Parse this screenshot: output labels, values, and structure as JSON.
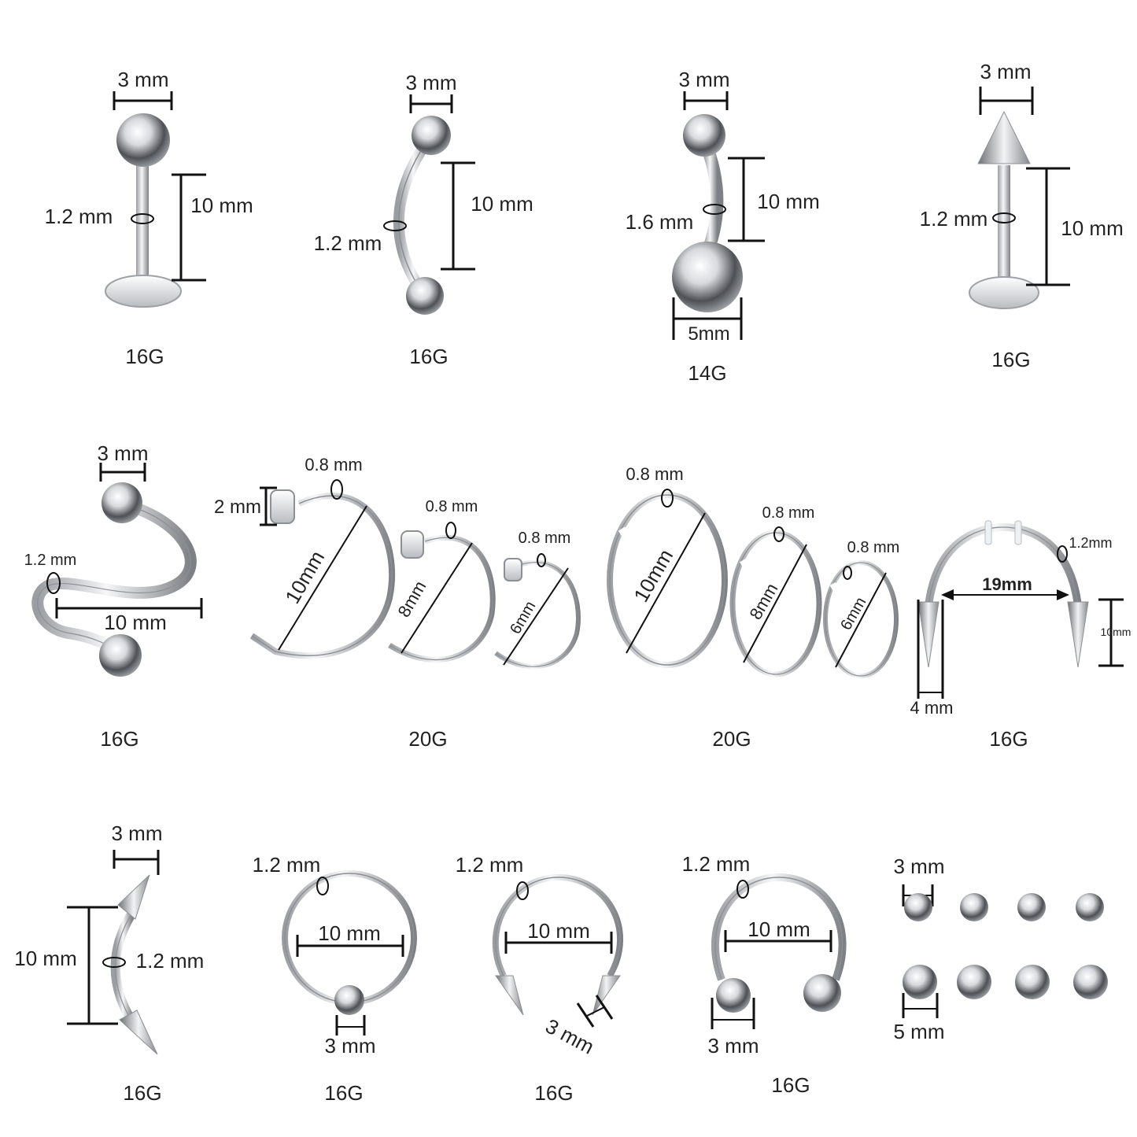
{
  "colors": {
    "background": "#ffffff",
    "metal_light": "#f4f4f6",
    "metal_dark": "#6b6e73",
    "text": "#222222"
  },
  "items": [
    {
      "name": "labret-stud",
      "width": "3 mm",
      "thickness": "1.2 mm",
      "length": "10 mm",
      "gauge": "16G"
    },
    {
      "name": "curved-eyebrow-barbell",
      "width": "3 mm",
      "thickness": "1.2 mm",
      "length": "10 mm",
      "gauge": "16G"
    },
    {
      "name": "belly-button-ring",
      "width": "3 mm",
      "thickness": "1.6 mm",
      "length": "10 mm",
      "ball": "5mm",
      "gauge": "14G"
    },
    {
      "name": "spike-labret",
      "width": "3 mm",
      "thickness": "1.2 mm",
      "length": "10 mm",
      "gauge": "16G"
    },
    {
      "name": "twister-spiral",
      "width": "3 mm",
      "thickness": "1.2 mm",
      "length": "10 mm",
      "gauge": "16G"
    },
    {
      "name": "nose-hoops-flat-end",
      "head": "2 mm",
      "thickness": [
        "0.8 mm",
        "0.8 mm",
        "0.8 mm"
      ],
      "diameters": [
        "10mm",
        "8mm",
        "6mm"
      ],
      "gauge": "20G"
    },
    {
      "name": "nose-hoops-open",
      "thickness": [
        "0.8 mm",
        "0.8 mm",
        "0.8 mm"
      ],
      "diameters": [
        "10mm",
        "8mm",
        "6mm"
      ],
      "gauge": "20G"
    },
    {
      "name": "spike-industrial-barbell",
      "thickness": "1.2mm",
      "span": "19mm",
      "spike_length": "10mm",
      "spike_width": "4 mm",
      "gauge": "16G"
    },
    {
      "name": "curved-spike-barbell",
      "width": "3 mm",
      "length": "10 mm",
      "thickness": "1.2 mm",
      "gauge": "16G"
    },
    {
      "name": "captive-bead-ring",
      "thickness": "1.2 mm",
      "diameter": "10 mm",
      "bead": "3 mm",
      "gauge": "16G"
    },
    {
      "name": "horseshoe-spike",
      "thickness": "1.2 mm",
      "diameter": "10 mm",
      "spike": "3 mm",
      "gauge": "16G"
    },
    {
      "name": "horseshoe-ball",
      "thickness": "1.2 mm",
      "diameter": "10 mm",
      "ball": "3 mm",
      "gauge": "16G"
    },
    {
      "name": "replacement-balls",
      "small": "3 mm",
      "large": "5 mm"
    }
  ]
}
